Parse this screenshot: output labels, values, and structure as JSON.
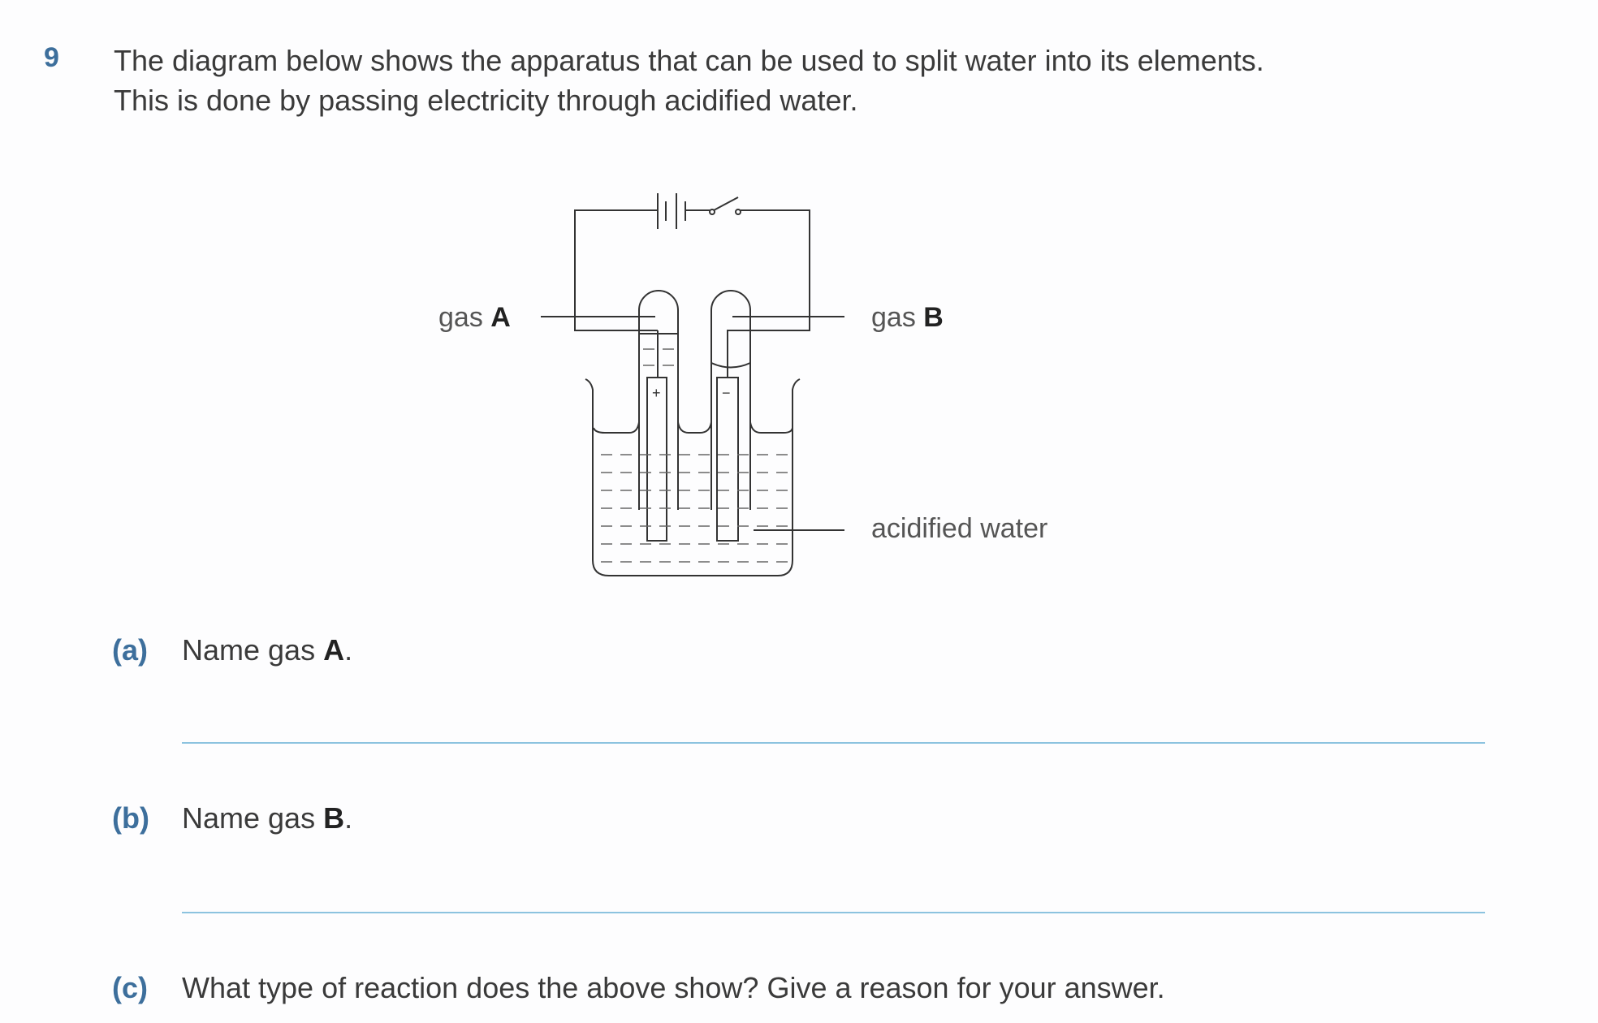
{
  "question": {
    "number": "9",
    "stem_line1": "The diagram below shows the apparatus that can be used to split water into its elements.",
    "stem_line2": "This is done by passing electricity through acidified water."
  },
  "diagram": {
    "label_gas_a_prefix": "gas ",
    "label_gas_a_letter": "A",
    "label_gas_b_prefix": "gas ",
    "label_gas_b_letter": "B",
    "label_water": "acidified water",
    "anode_sign": "+",
    "cathode_sign": "−"
  },
  "parts": [
    {
      "label": "(a)",
      "text": "Name gas ",
      "bold": "A",
      "end": "."
    },
    {
      "label": "(b)",
      "text": "Name gas ",
      "bold": "B",
      "end": "."
    },
    {
      "label": "(c)",
      "text": "What type of reaction does the above show? Give a reason for your answer."
    }
  ]
}
